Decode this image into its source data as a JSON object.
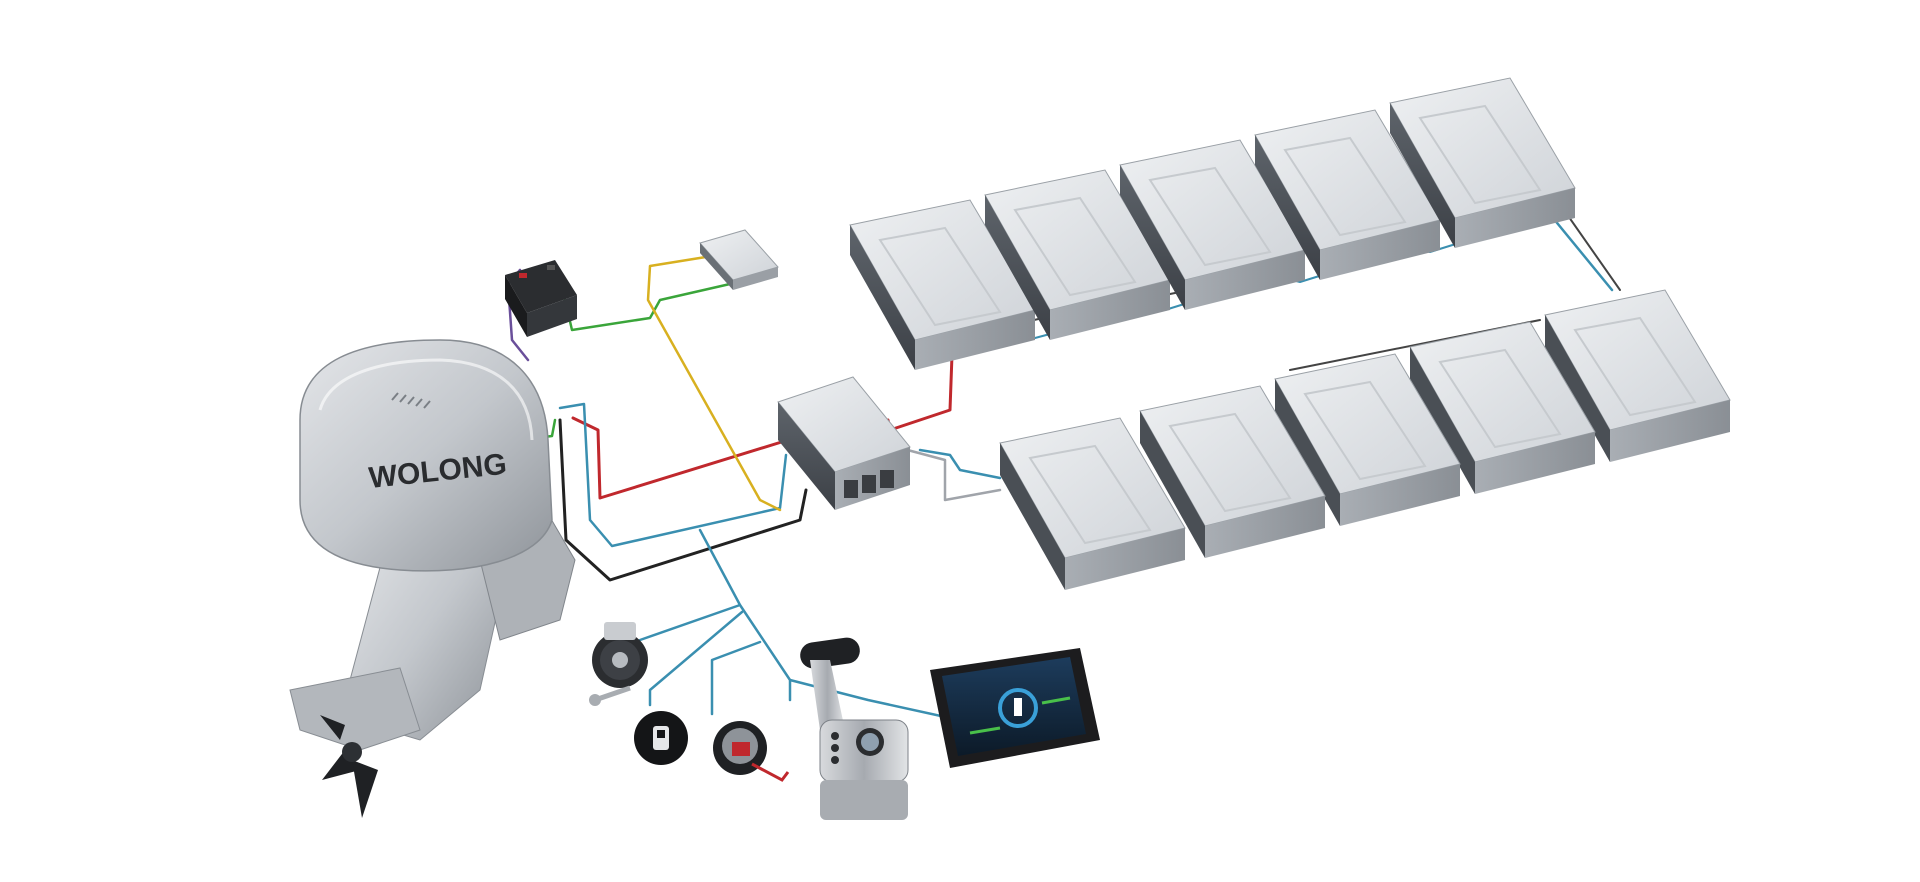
{
  "motor": {
    "brand": "WOLONG"
  },
  "colors": {
    "background": "#ffffff",
    "cable_red": "#c0282d",
    "cable_blue": "#3a8fb0",
    "cable_green": "#3aa53a",
    "cable_yellow": "#d8b020",
    "cable_black": "#222222",
    "cable_purple": "#6a4f9a",
    "cable_gray": "#a0a4aa",
    "battery_top": "#dcdfe3",
    "battery_side": "#8e9399",
    "motor_body": "#c9ccd0",
    "display_bezel": "#1c1c1e",
    "display_screen": "#10202e"
  },
  "components": {
    "battery_packs_upper": 5,
    "battery_packs_lower": 5,
    "icons": [
      "outboard-motor-icon",
      "battery-pack-icon",
      "controller-box-icon",
      "junction-box-icon",
      "aux-battery-icon",
      "key-switch-icon",
      "emergency-switch-icon",
      "lanyard-switch-icon",
      "throttle-lever-icon",
      "display-panel-icon"
    ]
  }
}
